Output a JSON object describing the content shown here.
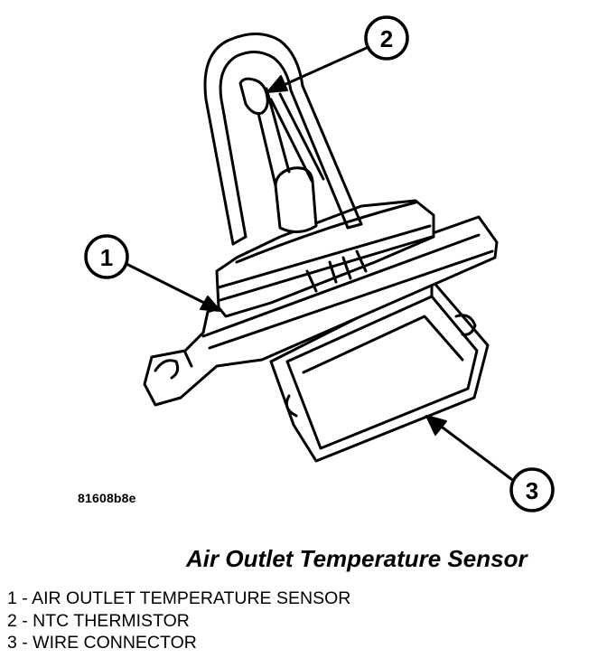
{
  "figure_id": "81608b8e",
  "caption": "Air Outlet Temperature Sensor",
  "callouts": [
    {
      "number": "1"
    },
    {
      "number": "2"
    },
    {
      "number": "3"
    }
  ],
  "legend": [
    {
      "number": "1",
      "text": "1 - AIR OUTLET TEMPERATURE SENSOR"
    },
    {
      "number": "2",
      "text": "2 - NTC THERMISTOR"
    },
    {
      "number": "3",
      "text": "3 - WIRE CONNECTOR"
    }
  ]
}
